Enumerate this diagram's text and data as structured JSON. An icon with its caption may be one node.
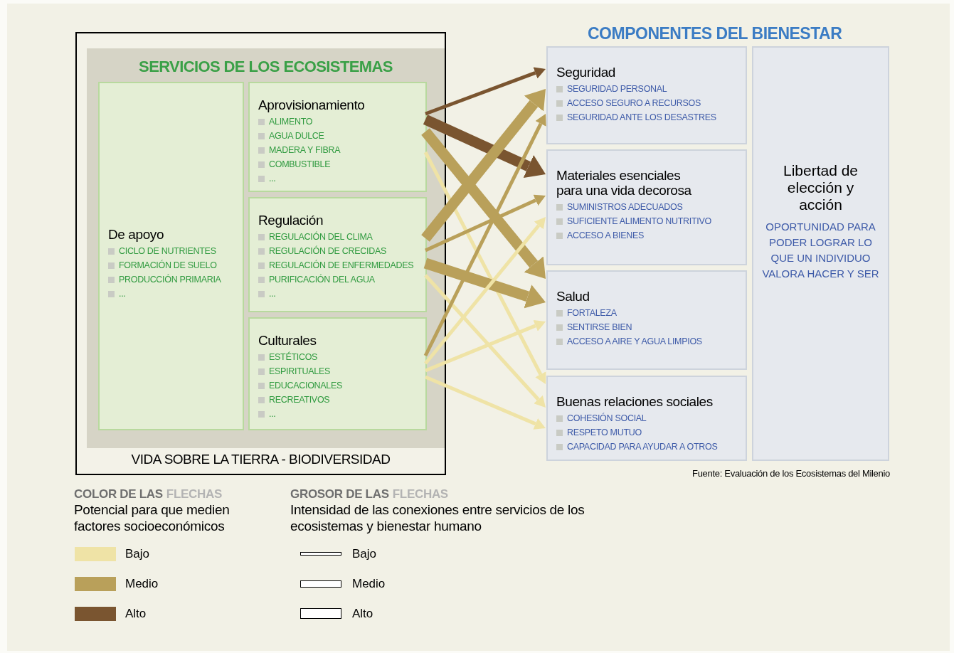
{
  "diagram": {
    "nodes": [
      {
        "text": [
          "VIDA SOBRE LA TIERRA - BIODIVERSIDAD"
        ]
      },
      {
        "text": [
          "SERVICIOS DE LOS ECOSISTEMAS"
        ],
        "in": 0
      },
      {
        "text": [
          "De apoyo",
          "CICLO DE NUTRIENTES",
          "FORMACIÓN DE SUELO",
          "PRODUCCIÓN PRIMARIA",
          "..."
        ],
        "in": 1
      },
      {
        "text": [
          "Aprovisionamiento",
          "ALIMENTO",
          "AGUA DULCE",
          "MADERA Y FIBRA",
          "COMBUSTIBLE",
          "..."
        ],
        "in": 1
      },
      {
        "text": [
          "Regulación",
          "REGULACIÓN DEL CLIMA",
          "REGULACIÓN DE CRECIDAS",
          "REGULACIÓN DE ENFERMEDADES",
          "PURIFICACIÓN DEL AGUA",
          "..."
        ],
        "in": 1
      },
      {
        "text": [
          "Culturales",
          "ESTÉTICOS",
          "ESPIRITUALES",
          "EDUCACIONALES",
          "RECREATIVOS",
          "..."
        ],
        "in": 1
      },
      {
        "text": [
          "Seguridad",
          "SEGURIDAD PERSONAL",
          "ACCESO SEGURO A RECURSOS",
          "SEGURIDAD ANTE LOS DESASTRES"
        ]
      },
      {
        "text": [
          "Materiales esenciales para una vida decorosa",
          "SUMINISTROS ADECUADOS",
          "SUFICIENTE ALIMENTO NUTRITIVO",
          "ACCESO A BIENES"
        ]
      },
      {
        "text": [
          "Salud",
          "FORTALEZA",
          "SENTIRSE BIEN",
          "ACCESO A AIRE Y AGUA LIMPIOS"
        ]
      },
      {
        "text": [
          "Buenas relaciones sociales",
          "COHESIÓN SOCIAL",
          "RESPETO MUTUO",
          "CAPACIDAD PARA AYUDAR A OTROS"
        ]
      },
      {
        "text": [
          "Libertad de elección y acción",
          "OPORTUNIDAD PARA PODER LOGRAR LO QUE UN INDIVIDUO VALORA HACER Y SER"
        ]
      }
    ],
    "edges": [
      {
        "from": 3,
        "to": 6,
        "arrow": "to",
        "color": "#7a5530"
      },
      {
        "from": 3,
        "to": 7,
        "arrow": "to",
        "style": "thick",
        "color": "#7a5530"
      },
      {
        "from": 3,
        "to": 8,
        "arrow": "to",
        "style": "thick",
        "color": "#b9a05a"
      },
      {
        "from": 3,
        "to": 9,
        "arrow": "to",
        "color": "#efe3a6"
      },
      {
        "from": 4,
        "to": 6,
        "arrow": "to",
        "style": "thick",
        "color": "#b9a05a"
      },
      {
        "from": 4,
        "to": 7,
        "arrow": "to",
        "color": "#b9a05a"
      },
      {
        "from": 4,
        "to": 8,
        "arrow": "to",
        "style": "thick",
        "color": "#b9a05a"
      },
      {
        "from": 4,
        "to": 9,
        "arrow": "to",
        "color": "#efe3a6"
      },
      {
        "from": 5,
        "to": 6,
        "arrow": "to",
        "color": "#b9a05a"
      },
      {
        "from": 5,
        "to": 7,
        "arrow": "to",
        "color": "#efe3a6"
      },
      {
        "from": 5,
        "to": 8,
        "arrow": "to",
        "color": "#efe3a6"
      },
      {
        "from": 5,
        "to": 9,
        "arrow": "to",
        "color": "#efe3a6"
      }
    ],
    "labels": [
      "COMPONENTES DEL BIENESTAR",
      "Fuente: Evaluación de los Ecosistemas del Milenio",
      "COLOR DE LAS",
      "FLECHAS",
      "Potencial para que medien factores socioeconómicos",
      "GROSOR DE LAS",
      "FLECHAS",
      "Intensidad de las conexiones entre servicios de los ecosistemas y bienestar humano"
    ],
    "legend": [
      {
        "text": "Bajo",
        "color": "#efe3a6"
      },
      {
        "text": "Medio",
        "color": "#b9a05a"
      },
      {
        "text": "Alto",
        "color": "#7a5530"
      },
      {
        "text": "Bajo"
      },
      {
        "text": "Medio"
      },
      {
        "text": "Alto"
      }
    ]
  }
}
